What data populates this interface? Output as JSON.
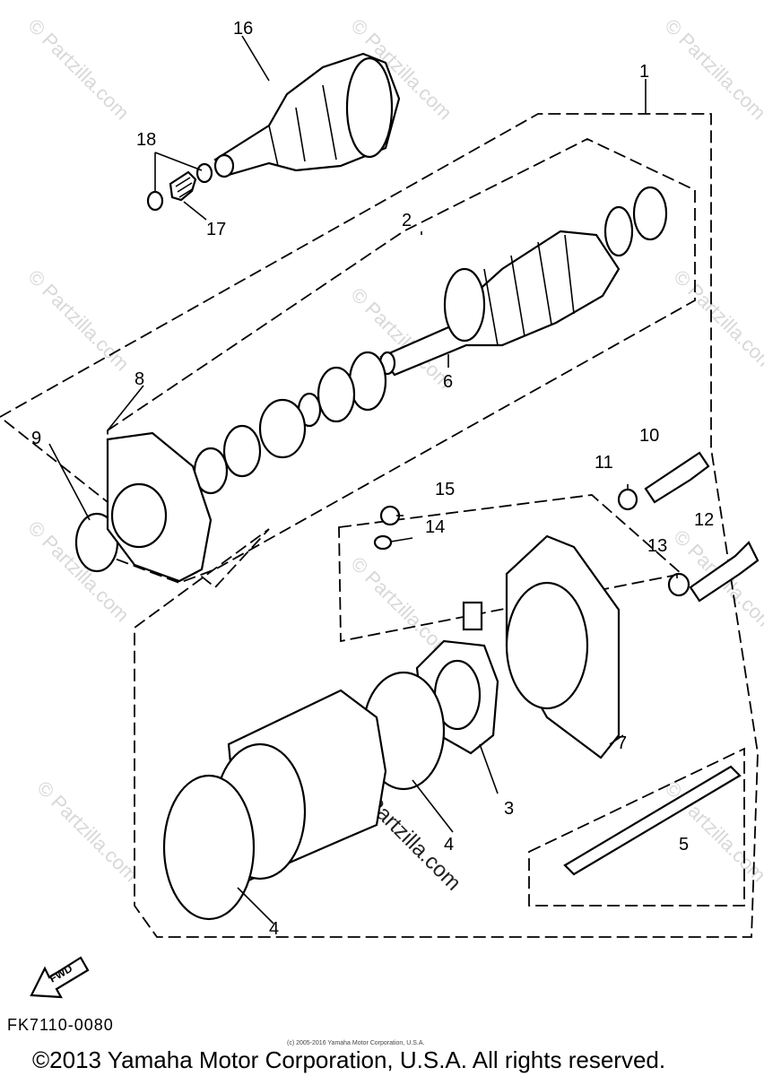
{
  "callouts": [
    "1",
    "2",
    "3",
    "4",
    "4",
    "5",
    "6",
    "7",
    "8",
    "9",
    "10",
    "11",
    "12",
    "13",
    "14",
    "15",
    "16",
    "17",
    "18"
  ],
  "fwd_label": "FWD",
  "diagram_code": "FK7110-0080",
  "small_copyright": "(c) 2005-2016 Yamaha Motor Corporation, U.S.A.",
  "copyright": "©2013 Yamaha Motor Corporation, U.S.A. All rights reserved.",
  "watermark": "© Partzilla.com",
  "watermark_big": "© Partzilla.com"
}
